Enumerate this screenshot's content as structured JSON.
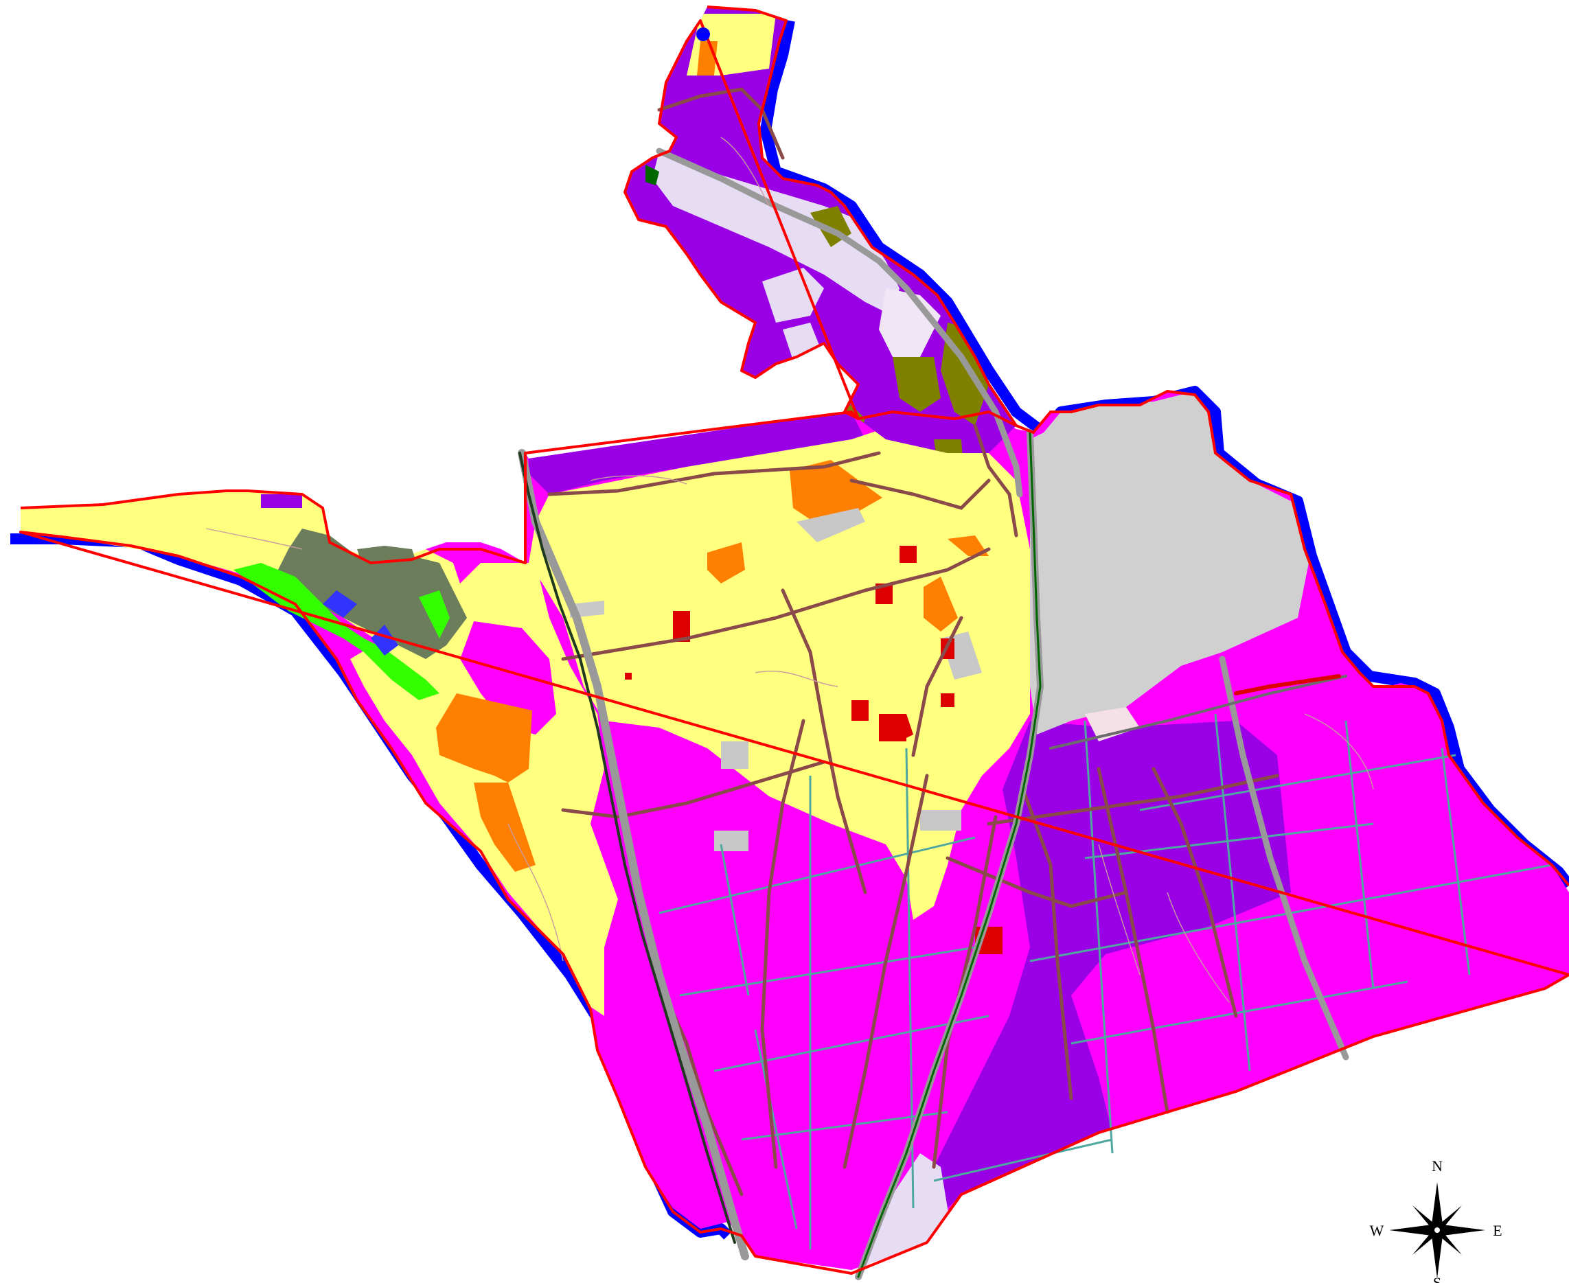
{
  "map": {
    "colors": {
      "background": "#ffffff",
      "boundary_red": "#ff0000",
      "river_blue": "#0000ff",
      "arable_magenta": "#ff00ff",
      "violet": "#9900e6",
      "residential_yellow": "#ffff80",
      "industrial_orange": "#ff8000",
      "urban_gray": "#d0d0d0",
      "public_red": "#dd0000",
      "forest_green": "#33ff00",
      "scrub_olive": "#808000",
      "slope_graygreen": "#6b7d5a",
      "lavender": "#e6ddf5",
      "road_brown": "#8b4a4a",
      "field_lines_teal": "#4fa8a0",
      "railway_gray": "#999999"
    },
    "compass": {
      "icon": "compass-rose-icon",
      "north": "N",
      "east": "E",
      "south": "S",
      "west": "W"
    }
  }
}
